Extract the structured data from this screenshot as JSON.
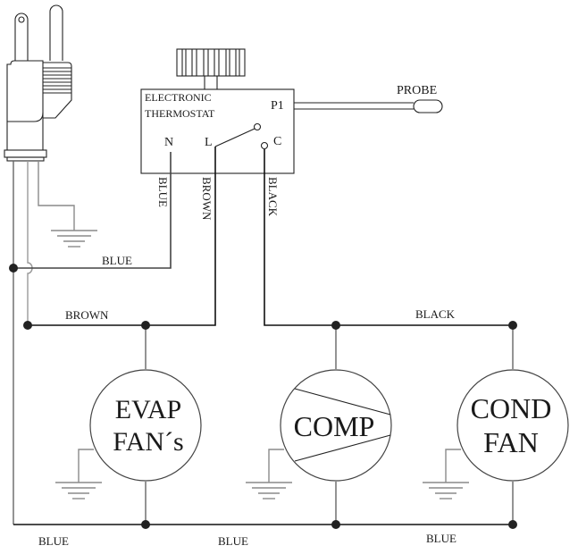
{
  "diagram": {
    "type": "electrical wiring diagram",
    "thermostat": {
      "title_line1": "ELECTRONIC",
      "title_line2": "THERMOSTAT",
      "terminal_n": "N",
      "terminal_l": "L",
      "terminal_c": "C",
      "probe_port": "P1"
    },
    "probe_label": "PROBE",
    "wire_labels": {
      "n_vertical": "BLUE",
      "l_vertical": "BROWN",
      "c_vertical": "BLACK",
      "blue_top": "BLUE",
      "brown_bus": "BROWN",
      "black_bus": "BLACK",
      "blue_bottom_left": "BLUE",
      "blue_bottom_mid": "BLUE",
      "blue_bottom_right": "BLUE"
    },
    "components": {
      "evap_line1": "EVAP",
      "evap_line2": "FAN´s",
      "comp": "COMP",
      "cond_line1": "COND",
      "cond_line2": "FAN"
    },
    "connections": [
      {
        "from": "plug",
        "to": "thermostat N",
        "color": "BLUE"
      },
      {
        "from": "plug",
        "to": "thermostat L",
        "color": "BROWN"
      },
      {
        "from": "thermostat C",
        "to": "COMP / COND FAN",
        "color": "BLACK"
      },
      {
        "from": "BROWN bus",
        "to": "EVAP FAN´s",
        "color": "BROWN"
      },
      {
        "from": "BLUE return",
        "to": "EVAP FAN´s, COMP, COND FAN",
        "color": "BLUE"
      }
    ]
  }
}
